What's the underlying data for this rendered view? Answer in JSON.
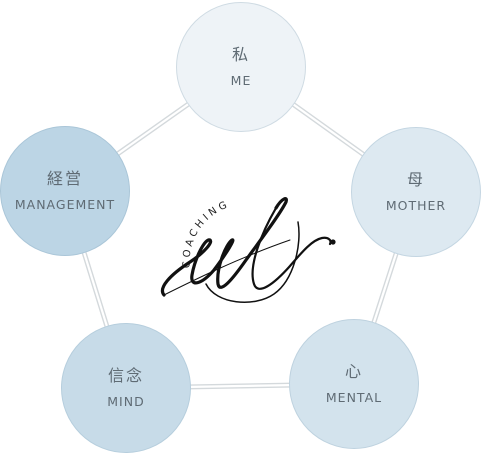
{
  "nodes": [
    {
      "id": "me",
      "jp": "私",
      "en": "ME"
    },
    {
      "id": "mother",
      "jp": "母",
      "en": "MOTHER"
    },
    {
      "id": "mental",
      "jp": "心",
      "en": "MENTAL"
    },
    {
      "id": "mind",
      "jp": "信念",
      "en": "MIND"
    },
    {
      "id": "management",
      "jp": "経営",
      "en": "MANAGEMENT"
    }
  ],
  "logo": {
    "text": "COACHING"
  }
}
